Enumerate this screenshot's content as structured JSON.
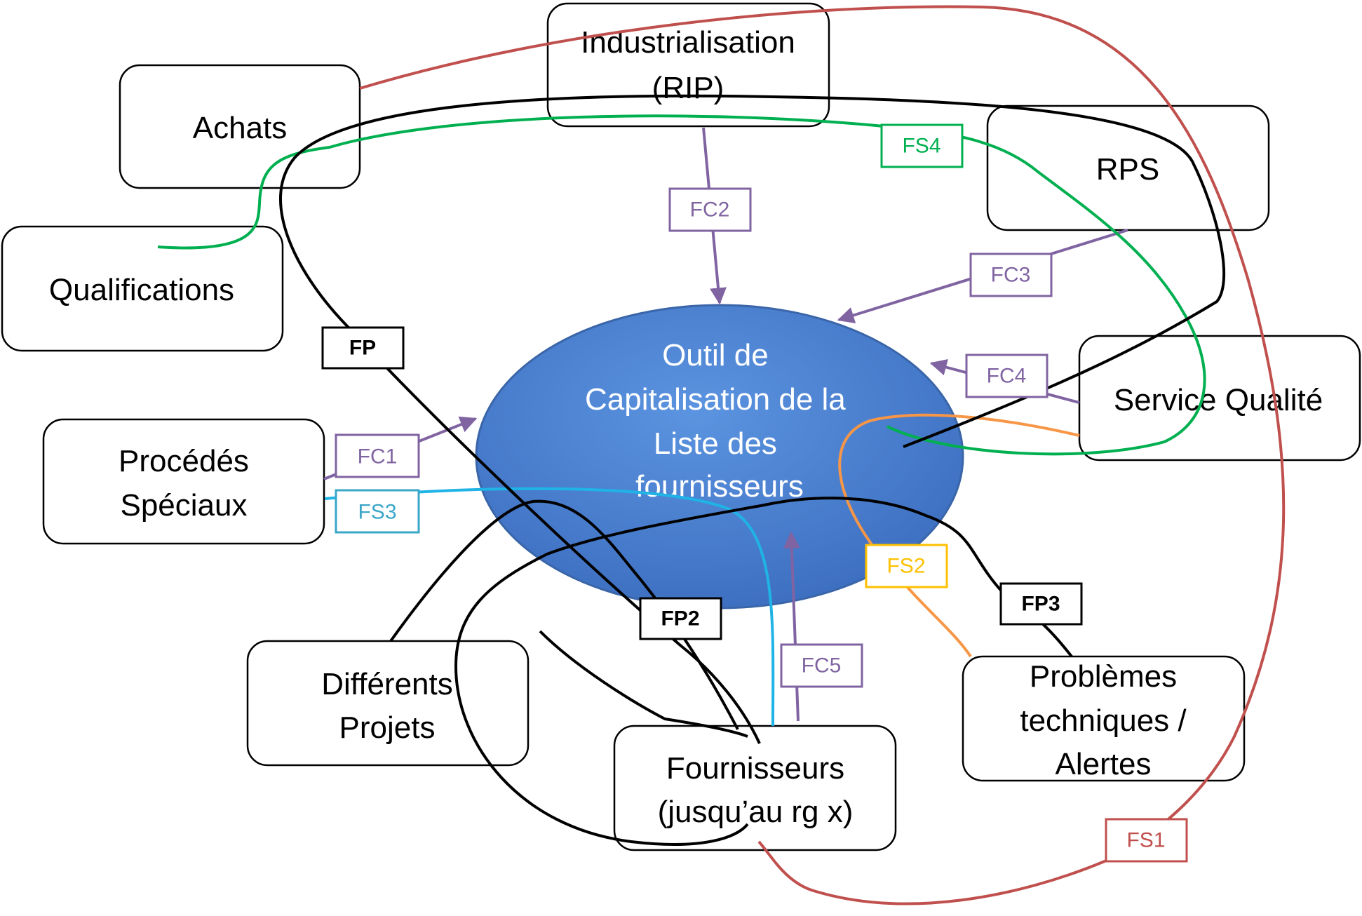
{
  "center": {
    "lines": [
      "Outil de",
      "Capitalisation de la",
      "Liste des",
      "fournisseurs"
    ]
  },
  "boxes": {
    "industrialisation": [
      "Industrialisation",
      "(RIP)"
    ],
    "achats": [
      "Achats"
    ],
    "rps": [
      "RPS"
    ],
    "qualifications": [
      "Qualifications"
    ],
    "service_qualite": [
      "Service Qualité"
    ],
    "procedes_speciaux": [
      "Procédés",
      "Spéciaux"
    ],
    "differents_projets": [
      "Différents",
      "Projets"
    ],
    "fournisseurs": [
      "Fournisseurs",
      "(jusqu’au rg x)"
    ],
    "problemes": [
      "Problèmes",
      "techniques /",
      "Alertes"
    ]
  },
  "labels": {
    "fc1": "FC1",
    "fc2": "FC2",
    "fc3": "FC3",
    "fc4": "FC4",
    "fc5": "FC5",
    "fs1": "FS1",
    "fs2": "FS2",
    "fs3": "FS3",
    "fs4": "FS4",
    "fp": "FP",
    "fp2": "FP2",
    "fp3": "FP3"
  },
  "colors": {
    "fc": "#8064a2",
    "fs1": "#c0504d",
    "fs2_line": "#f79646",
    "fs2_box": "#ffc000",
    "fs3": "#1fb3e6",
    "fs4": "#00b050",
    "fp": "#000000",
    "ellipse_fill": "#4a7fd0",
    "ellipse_stroke": "#3a65a8"
  }
}
